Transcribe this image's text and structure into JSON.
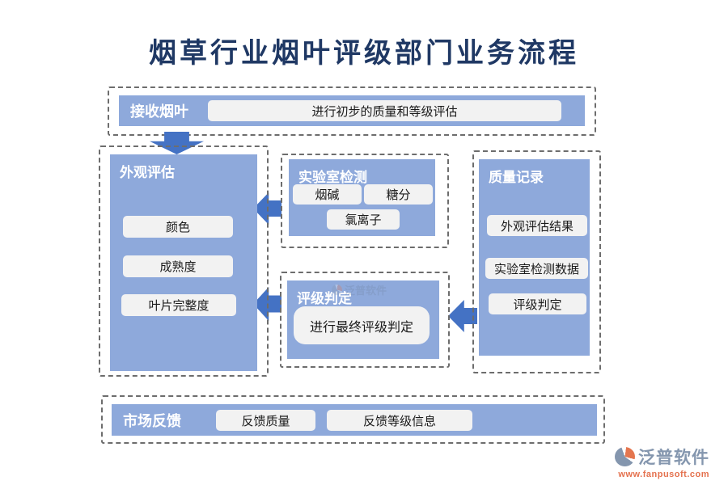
{
  "title": "烟草行业烟叶评级部门业务流程",
  "colors": {
    "panel_blue": "#8EA9DB",
    "arrow_blue": "#4472C4",
    "title_navy": "#1F3864",
    "chip_bg": "#F2F2F2",
    "dash_gray": "#6D6D6D",
    "logo_gray_blue": "#8496AE",
    "logo_orange": "#E4714E"
  },
  "receive": {
    "label": "接收烟叶",
    "action": "进行初步的质量和等级评估"
  },
  "appearance": {
    "title": "外观评估",
    "items": [
      "颜色",
      "成熟度",
      "叶片完整度"
    ]
  },
  "lab": {
    "title": "实验室检测",
    "items": [
      "烟碱",
      "糖分",
      "氯离子"
    ]
  },
  "grading": {
    "title": "评级判定",
    "action": "进行最终评级判定"
  },
  "record": {
    "title": "质量记录",
    "items": [
      "外观评估结果",
      "实验室检测数据",
      "评级判定"
    ]
  },
  "market": {
    "label": "市场反馈",
    "items": [
      "反馈质量",
      "反馈等级信息"
    ]
  },
  "logo": {
    "name": "泛普软件",
    "url": "www.fanpusoft.com"
  }
}
